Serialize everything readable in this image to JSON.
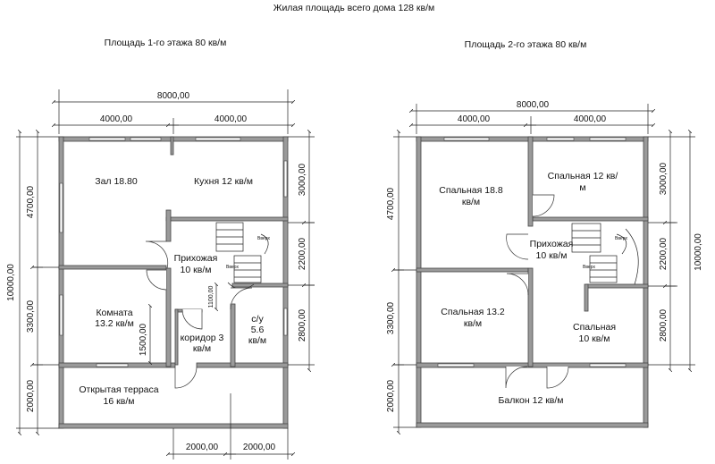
{
  "title": "Жилая площадь всего дома 128 кв/м",
  "floor1": {
    "caption": "Площадь 1-го этажа 80 кв/м",
    "dims": {
      "top_total": "8000,00",
      "top_left": "4000,00",
      "top_right": "4000,00",
      "left_outer": "10000,00",
      "left_upper": "4700,00",
      "left_mid": "3300,00",
      "left_low": "2000,00",
      "right_top": "3000,00",
      "right_mid": "2200,00",
      "right_low": "2800,00",
      "bottom_left": "2000,00",
      "bottom_right": "2000,00",
      "inner_1500": "1500,00",
      "inner_1100": "1100,00"
    },
    "rooms": {
      "hall": "Зал 18.80",
      "kitchen": "Кухня 12 кв/м",
      "entry_l1": "Прихожая",
      "entry_l2": "10 кв/м",
      "room_l1": "Комната",
      "room_l2": "13.2 кв/м",
      "corridor_l1": "коридор 3",
      "corridor_l2": "кв/м",
      "wc_l1": "с/у",
      "wc_l2": "5.6",
      "wc_l3": "кв/м",
      "terrace_l1": "Открытая терраса",
      "terrace_l2": "16 кв/м"
    },
    "stair_up_a": "Вверх",
    "stair_up_b": "Вверх"
  },
  "floor2": {
    "caption": "Площадь 2-го этажа 80 кв/м",
    "dims": {
      "top_total": "8000,00",
      "top_left": "4000,00",
      "top_right": "4000,00",
      "left_upper": "4700,00",
      "left_mid": "3300,00",
      "left_low": "2000,00",
      "right_outer": "10000,00",
      "right_top": "3000,00",
      "right_mid": "2200,00",
      "right_low": "2800,00"
    },
    "rooms": {
      "bed1_l1": "Спальная 18.8",
      "bed1_l2": "кв/м",
      "bed2_l1": "Спальная  12 кв/",
      "bed2_l2": "м",
      "entry_l1": "Прихожая",
      "entry_l2": "10 кв/м",
      "bed3_l1": "Спальная 13.2",
      "bed3_l2": "кв/м",
      "bed4_l1": "Спальная",
      "bed4_l2": "10 кв/м",
      "balcony": "Балкон 12 кв/м"
    },
    "stair_up_a": "Вверх",
    "stair_up_b": "Вверх"
  }
}
